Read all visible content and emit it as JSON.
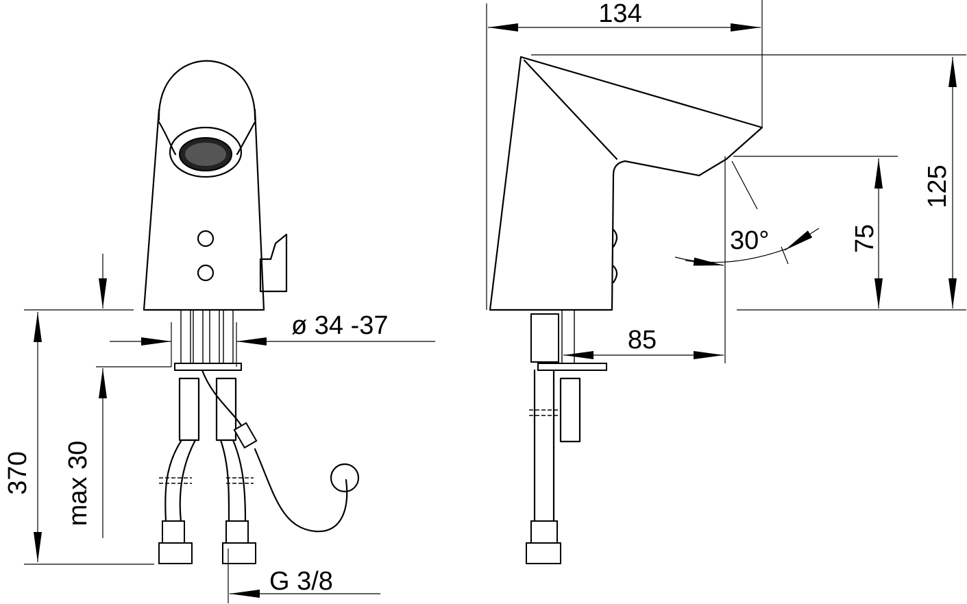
{
  "title": "Sensor faucet dimension drawing",
  "front_view": {
    "dimensions": {
      "total_length": "370",
      "deck_thickness": "max 30",
      "hole_diameter": "ø 34 -37",
      "connection_thread": "G 3/8"
    }
  },
  "side_view": {
    "dimensions": {
      "depth": "134",
      "height": "125",
      "outlet_height": "75",
      "angle": "30°",
      "projection": "85"
    }
  }
}
